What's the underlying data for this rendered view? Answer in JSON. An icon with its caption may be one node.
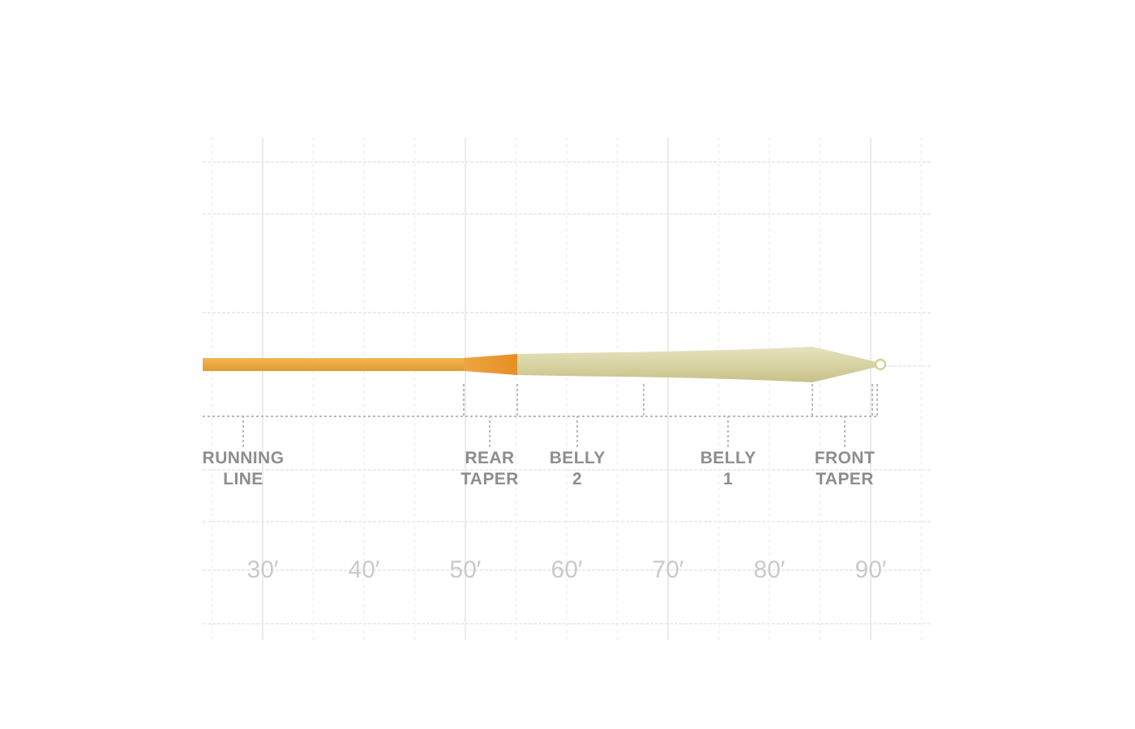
{
  "diagram": {
    "nodes": [
      {
        "text": [
          "RUNNING LINE"
        ]
      },
      {
        "text": [
          "REAR TAPER"
        ]
      },
      {
        "text": [
          "BELLY 2"
        ]
      },
      {
        "text": [
          "BELLY 1"
        ]
      },
      {
        "text": [
          "FRONT TAPER"
        ]
      }
    ],
    "edges": [
      {
        "from": 0,
        "to": null,
        "arrow": "none"
      },
      {
        "from": 1,
        "to": null,
        "arrow": "none"
      },
      {
        "from": 2,
        "to": null,
        "arrow": "none"
      },
      {
        "from": 3,
        "to": null,
        "arrow": "none"
      },
      {
        "from": 4,
        "to": null,
        "arrow": "none"
      }
    ],
    "labels": [
      "30′",
      "40′",
      "50′",
      "60′",
      "70′",
      "80′",
      "90′"
    ]
  }
}
